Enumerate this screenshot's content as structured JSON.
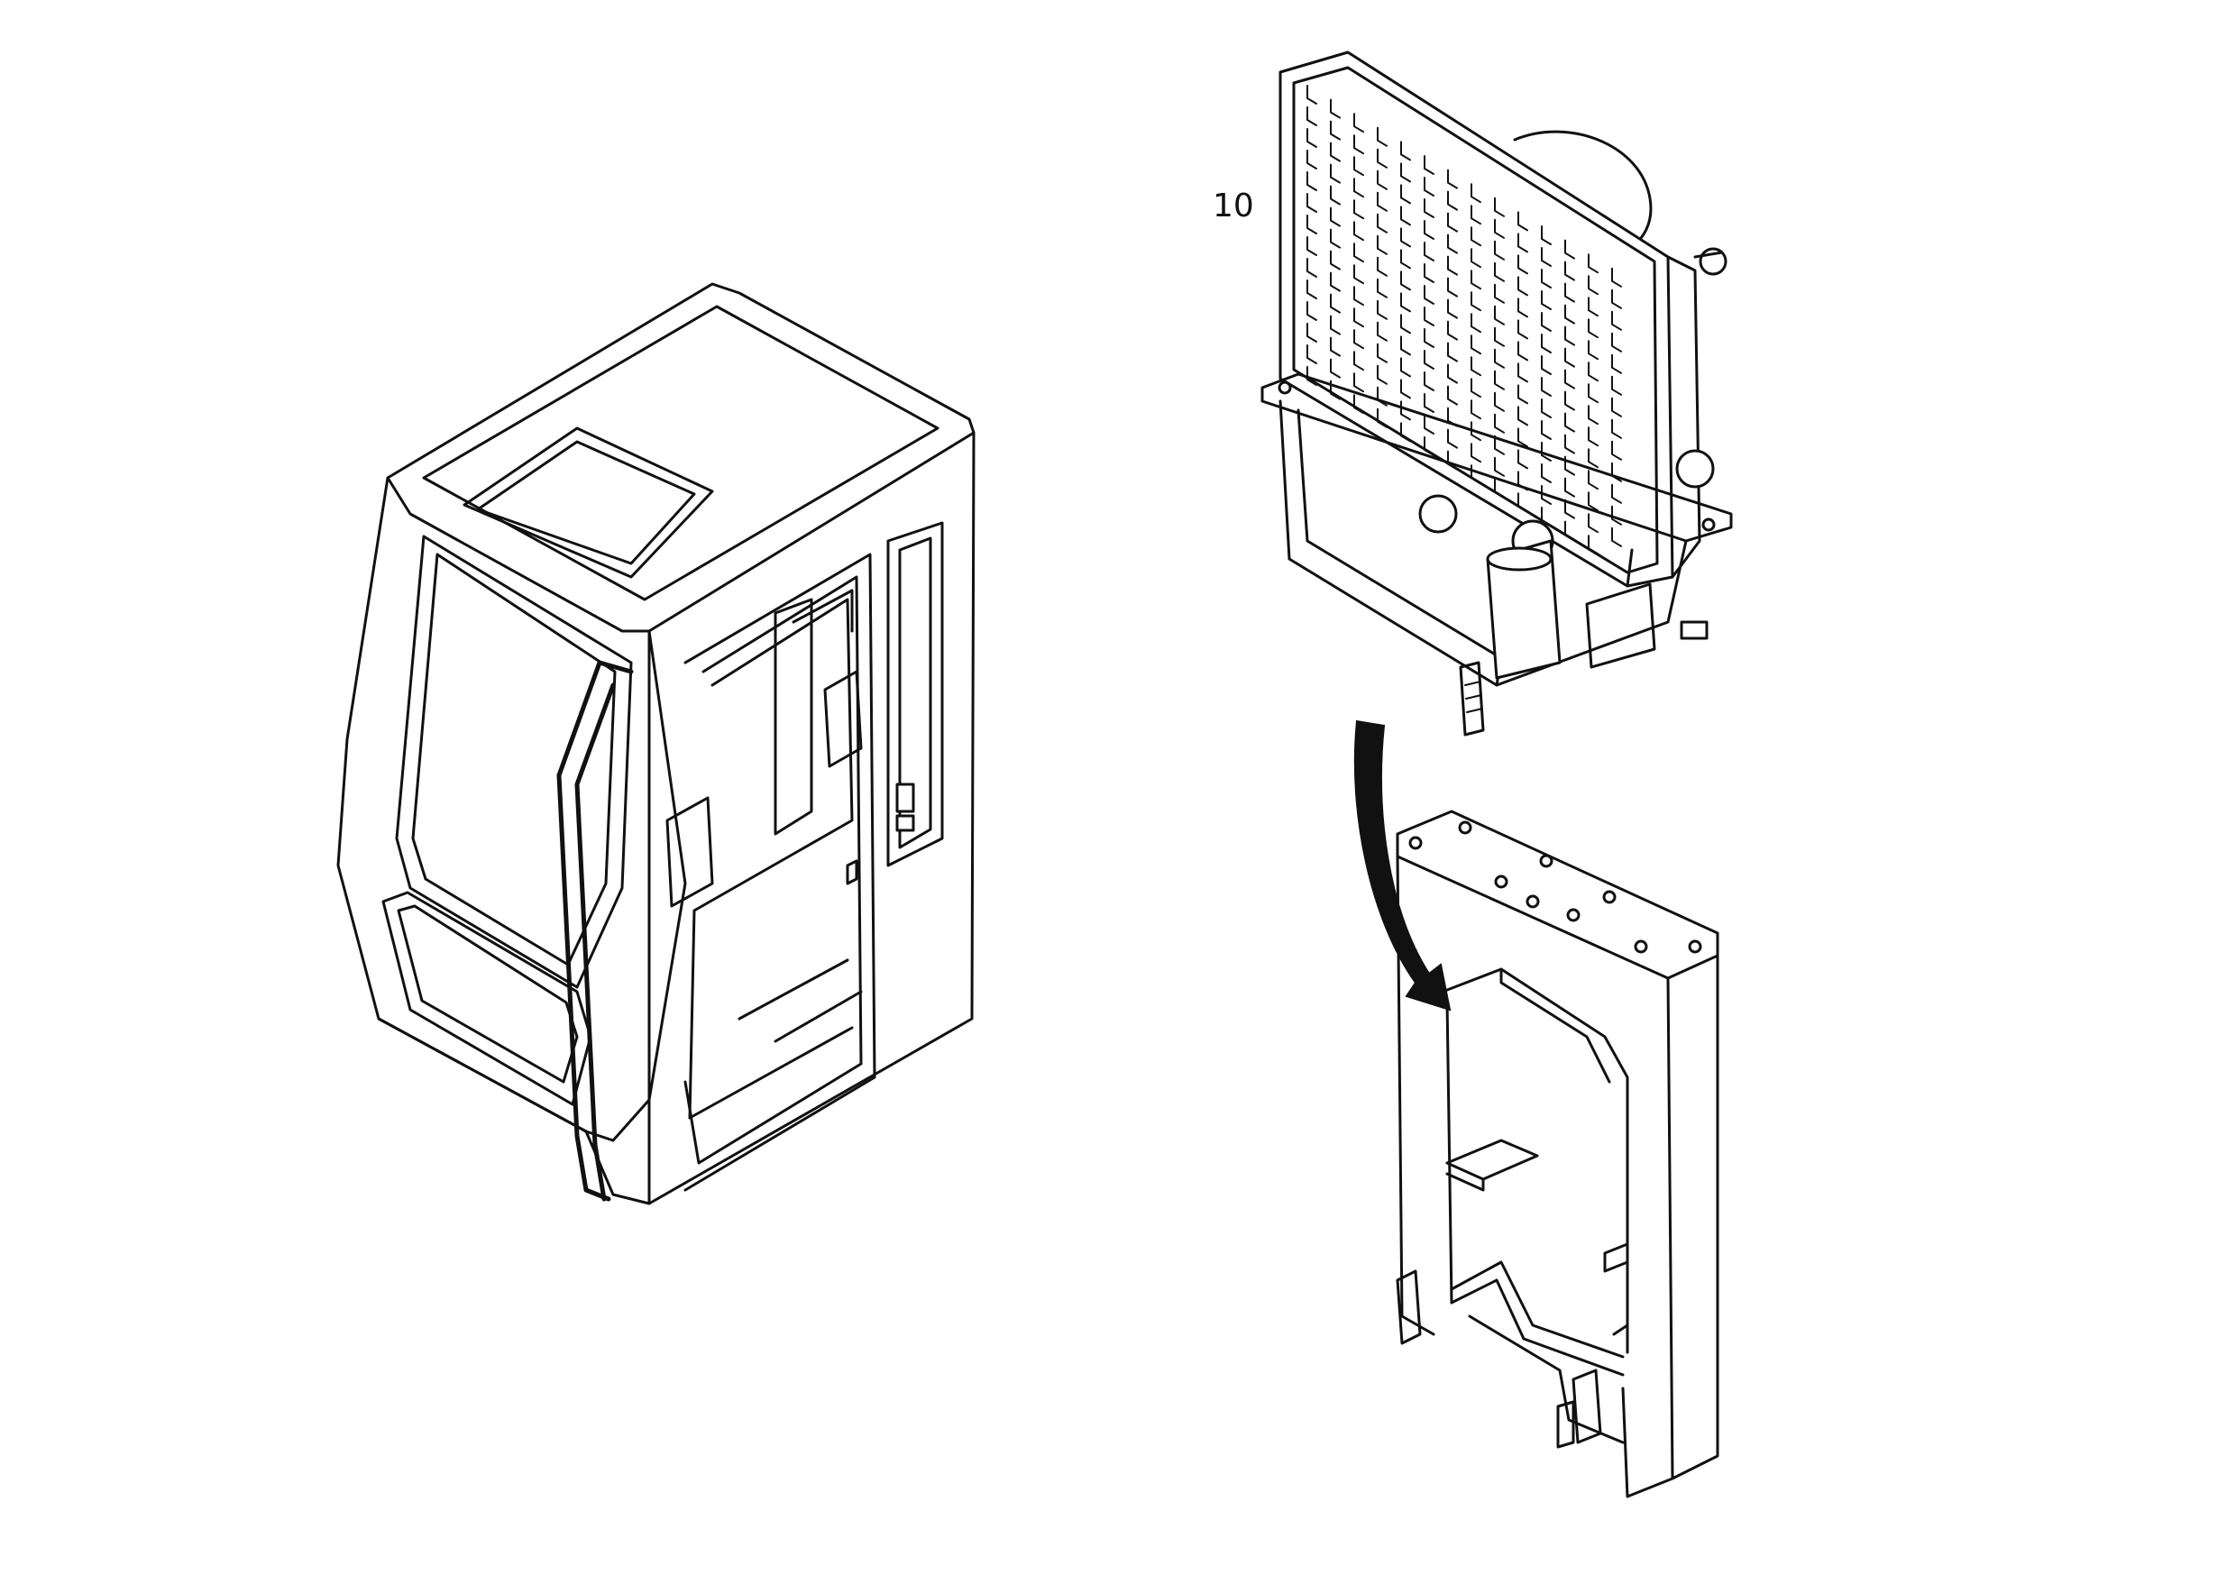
{
  "callouts": {
    "item_10": "10"
  },
  "colors": {
    "line": "#111111",
    "background": "#ffffff"
  },
  "icons": {
    "cab": "operator-cab-drawing",
    "radiator": "radiator-cooler-assembly-drawing",
    "frame": "mounting-frame-drawing",
    "arrow": "mounting-direction-arrow"
  }
}
